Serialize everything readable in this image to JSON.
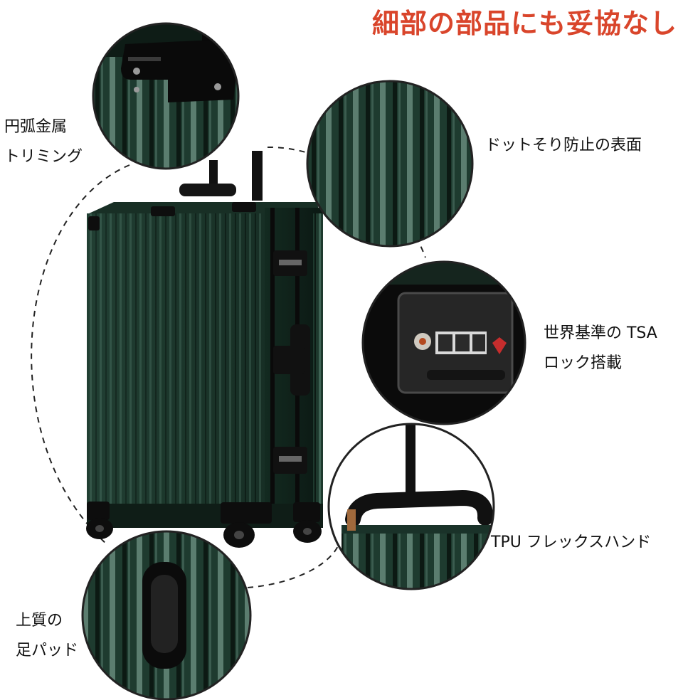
{
  "headline": {
    "text": "細部の部品にも妥協なし",
    "color": "#d9452b"
  },
  "callouts": {
    "corner_trim": {
      "lines": [
        "円弧金属",
        "トリミング"
      ],
      "icon": "metal-corner-closeup"
    },
    "surface": {
      "lines": [
        "ドットそり防止の表面"
      ],
      "icon": "ribbed-surface-closeup"
    },
    "tsa_lock": {
      "lines": [
        "世界基準の TSA",
        "ロック搭載"
      ],
      "icon": "tsa-lock-closeup"
    },
    "handle": {
      "lines": [
        "TPU フレックスハンド"
      ],
      "icon": "flex-handle-closeup"
    },
    "foot_pad": {
      "lines": [
        "上質の",
        "足パッド"
      ],
      "icon": "foot-pad-closeup"
    }
  },
  "colors": {
    "shell": "#1f3a2e",
    "shell_dark": "#0f1f18",
    "shell_highlight": "#6f8c7e",
    "metal_black": "#111111",
    "dash": "#222222"
  }
}
